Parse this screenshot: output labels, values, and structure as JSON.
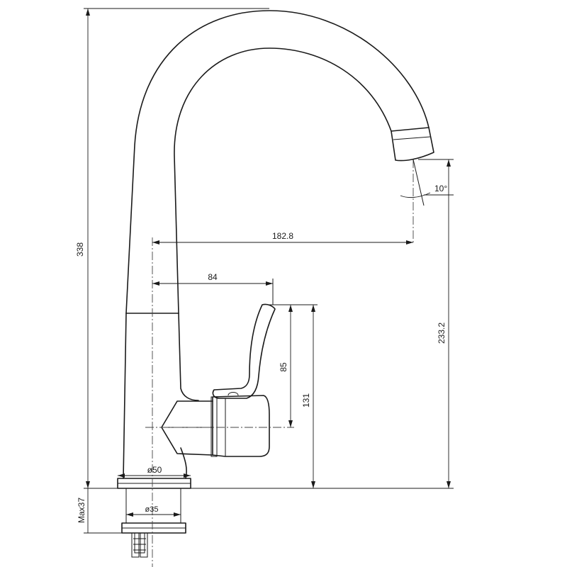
{
  "dimensions": {
    "total_height": "338",
    "spout_reach": "182.8",
    "handle_reach": "84",
    "handle_height": "85",
    "handle_axis_height": "131",
    "outlet_height": "233.2",
    "spout_angle": "10°",
    "base_diameter": "ø50",
    "mounting_diameter": "ø35",
    "max_thickness": "Max37"
  }
}
